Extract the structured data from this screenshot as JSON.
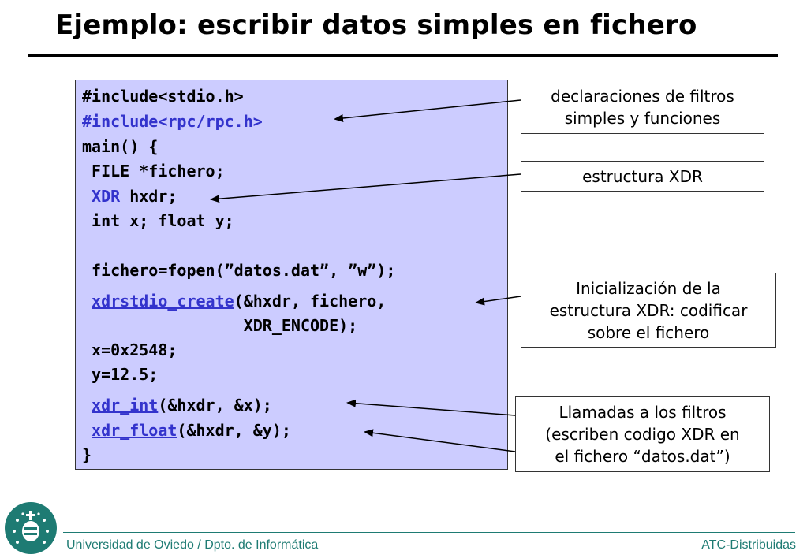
{
  "slide": {
    "title": "Ejemplo: escribir datos simples en fichero"
  },
  "code": {
    "l1": "#include<stdio.h>",
    "l2": "#include<rpc/rpc.h>",
    "l3": "main() {",
    "l4": " FILE *fichero;",
    "l5_kw": "XDR",
    "l5_rest": " hxdr;",
    "l6": " int x; float y;",
    "l7": " fichero=fopen(”datos.dat”, ”w”);",
    "l8_kw": "xdrstdio_create",
    "l8_rest": "(&hxdr, fichero,",
    "l9": "                 XDR_ENCODE);",
    "l10": " x=0x2548;",
    "l11": " y=12.5;",
    "l12_kw": "xdr_int",
    "l12_rest": "(&hxdr, &x);",
    "l13_kw": "xdr_float",
    "l13_rest": "(&hxdr, &y);",
    "l14": "}"
  },
  "notes": {
    "n1": "declaraciones de filtros\nsimples y funciones",
    "n2": "estructura XDR",
    "n3": "Inicialización de la\nestructura XDR: codificar\nsobre el fichero",
    "n4": "Llamadas a los filtros\n(escriben codigo XDR en\nel fichero “datos.dat”)"
  },
  "footer": {
    "left": "Universidad de Oviedo / Dpto. de Informática",
    "right": "ATC-Distribuidas"
  },
  "colors": {
    "code_bg": "#ccccff",
    "keyword": "#3333cc",
    "footer": "#1e7b73"
  },
  "icons": {
    "logo": "university-seal-icon"
  }
}
